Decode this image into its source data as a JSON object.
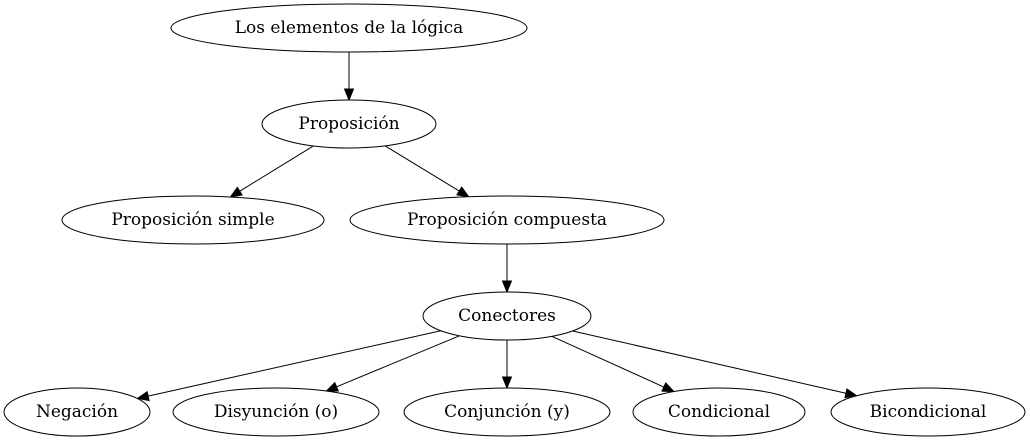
{
  "diagram": {
    "nodes": [
      {
        "id": "root",
        "label": "Los elementos de la lógica"
      },
      {
        "id": "proposicion",
        "label": "Proposición"
      },
      {
        "id": "simple",
        "label": "Proposición simple"
      },
      {
        "id": "compuesta",
        "label": "Proposición compuesta"
      },
      {
        "id": "conectores",
        "label": "Conectores"
      },
      {
        "id": "negacion",
        "label": "Negación"
      },
      {
        "id": "disyuncion",
        "label": "Disyunción (o)"
      },
      {
        "id": "conjuncion",
        "label": "Conjunción (y)"
      },
      {
        "id": "condicional",
        "label": "Condicional"
      },
      {
        "id": "bicondicional",
        "label": "Bicondicional"
      }
    ],
    "edges": [
      {
        "from": "root",
        "to": "proposicion"
      },
      {
        "from": "proposicion",
        "to": "simple"
      },
      {
        "from": "proposicion",
        "to": "compuesta"
      },
      {
        "from": "compuesta",
        "to": "conectores"
      },
      {
        "from": "conectores",
        "to": "negacion"
      },
      {
        "from": "conectores",
        "to": "disyuncion"
      },
      {
        "from": "conectores",
        "to": "conjuncion"
      },
      {
        "from": "conectores",
        "to": "condicional"
      },
      {
        "from": "conectores",
        "to": "bicondicional"
      }
    ]
  }
}
